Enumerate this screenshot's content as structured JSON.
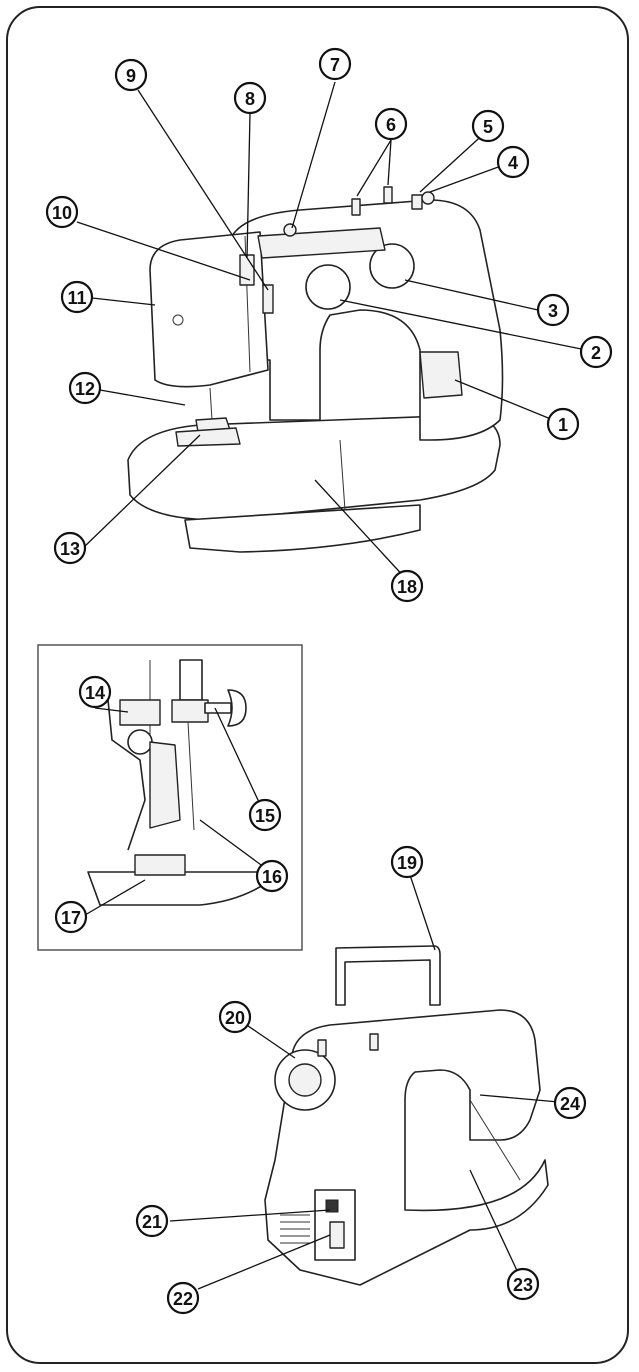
{
  "callouts": [
    "1",
    "2",
    "3",
    "4",
    "5",
    "6",
    "7",
    "8",
    "9",
    "10",
    "11",
    "12",
    "13",
    "14",
    "15",
    "16",
    "17",
    "18",
    "19",
    "20",
    "21",
    "22",
    "23",
    "24"
  ],
  "icons": {
    "main_machine": "sewing-machine-front-illustration",
    "detail": "presser-foot-needle-detail-illustration",
    "rear": "sewing-machine-rear-illustration"
  }
}
